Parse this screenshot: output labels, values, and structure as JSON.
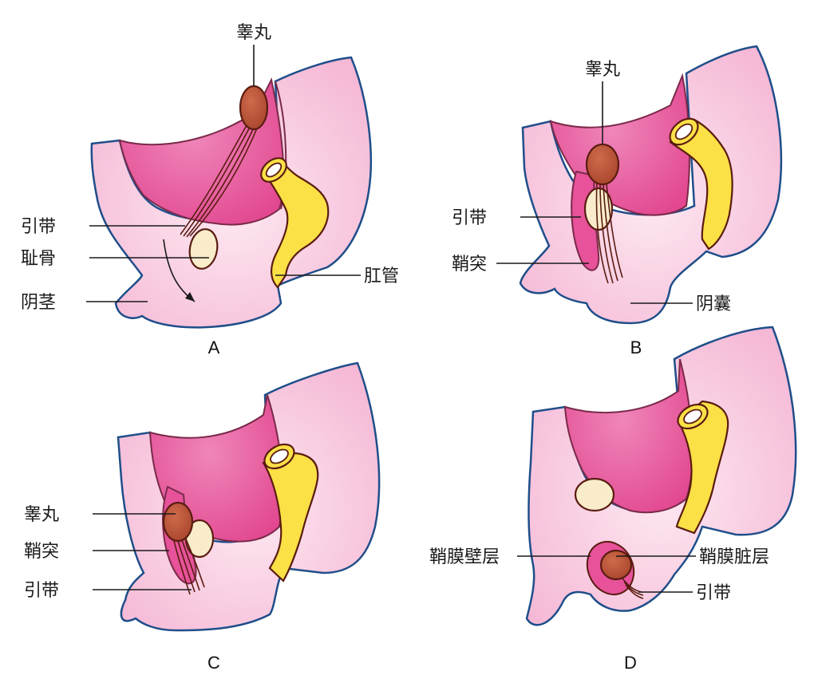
{
  "panels": {
    "a": {
      "letter": "A",
      "labels": {
        "testis": "睾丸",
        "gubernaculum": "引带",
        "pubis": "耻骨",
        "penis": "阴茎",
        "anal_canal": "肛管"
      }
    },
    "b": {
      "letter": "B",
      "labels": {
        "testis": "睾丸",
        "gubernaculum": "引带",
        "processus_vaginalis": "鞘突",
        "scrotum": "阴囊"
      }
    },
    "c": {
      "letter": "C",
      "labels": {
        "testis": "睾丸",
        "processus_vaginalis": "鞘突",
        "gubernaculum": "引带"
      }
    },
    "d": {
      "letter": "D",
      "labels": {
        "parietal_layer": "鞘膜壁层",
        "visceral_layer": "鞘膜脏层",
        "gubernaculum": "引带"
      }
    }
  },
  "colors": {
    "body_pink": "#f7c3dc",
    "body_pink_light": "#fbe0ee",
    "abdomen_magenta": "#e7529a",
    "abdomen_magenta_light": "#ee7eb6",
    "outline_blue": "#1f4e8a",
    "testis_brown": "#b8553a",
    "pubis_cream": "#f8eccb",
    "anal_yellow": "#fbe046",
    "outline_dark": "#5a1c10"
  }
}
